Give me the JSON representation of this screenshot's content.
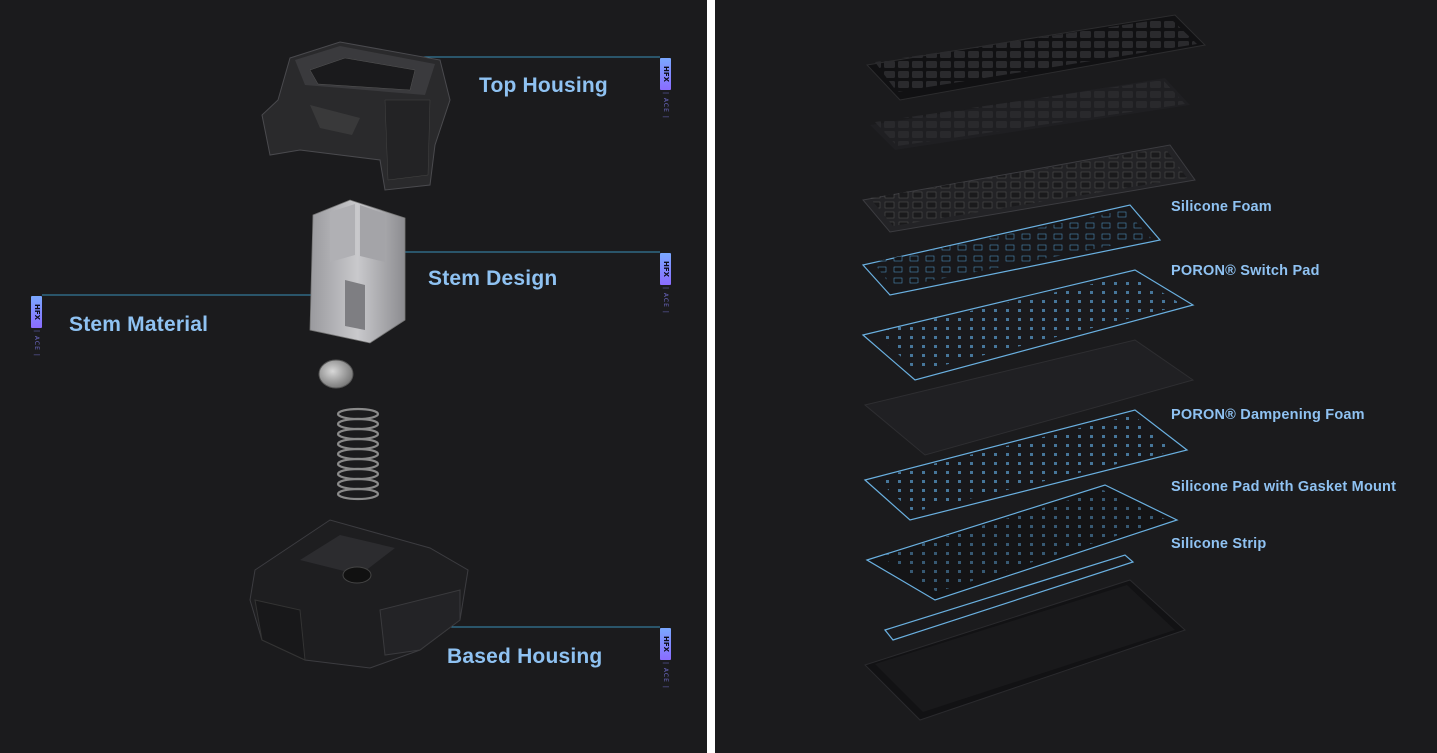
{
  "switch_diagram": {
    "labels": {
      "top_housing": "Top Housing",
      "stem_design": "Stem Design",
      "stem_material": "Stem Material",
      "based_housing": "Based Housing"
    },
    "badge": {
      "text": "HFX",
      "subtext": "| ACE |"
    }
  },
  "keyboard_layers": {
    "labels": {
      "silicone_foam": "Silicone Foam",
      "poron_switch_pad": "PORON® Switch Pad",
      "poron_dampening_foam": "PORON® Dampening Foam",
      "silicone_pad_gasket": "Silicone Pad with Gasket Mount",
      "silicone_strip": "Silicone Strip"
    }
  },
  "colors": {
    "background": "#1b1b1d",
    "label": "#8fc2f2",
    "leader_line": "#3a8fb8",
    "layer_outline": "#6ab0e0",
    "badge": "#7a8cff"
  }
}
